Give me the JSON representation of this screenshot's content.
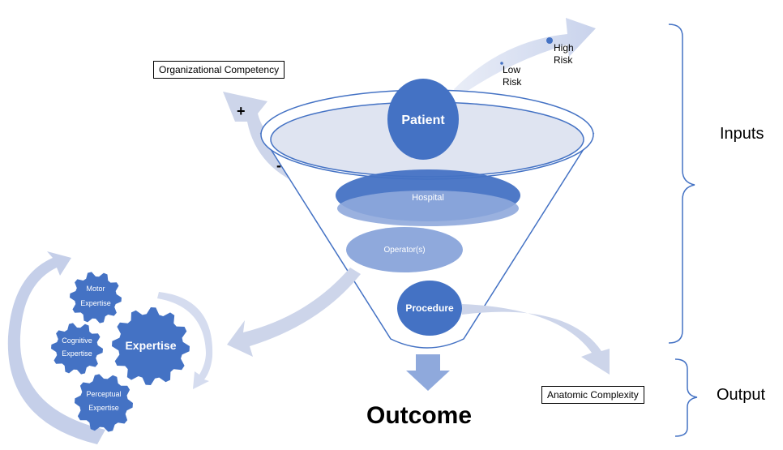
{
  "labels": {
    "organizational_competency": "Organizational Competency",
    "plus": "+",
    "minus": "-",
    "high_risk_line1": "High",
    "high_risk_line2": "Risk",
    "low_risk_line1": "Low",
    "low_risk_line2": "Risk",
    "patient": "Patient",
    "hospital": "Hospital",
    "operators": "Operator(s)",
    "procedure": "Procedure",
    "outcome": "Outcome",
    "inputs": "Inputs",
    "output": "Output",
    "anatomic_complexity": "Anatomic Complexity",
    "expertise": "Expertise",
    "motor_expertise_line1": "Motor",
    "motor_expertise_line2": "Expertise",
    "cognitive_expertise_line1": "Cognitive",
    "cognitive_expertise_line2": "Expertise",
    "perceptual_expertise_line1": "Perceptual",
    "perceptual_expertise_line2": "Expertise"
  },
  "colors": {
    "dark_blue": "#4472c4",
    "medium_blue": "#8fa9dc",
    "light_blue": "#d5dcef",
    "funnel_fill": "#dfe4f1",
    "outline": "#4472c4"
  }
}
